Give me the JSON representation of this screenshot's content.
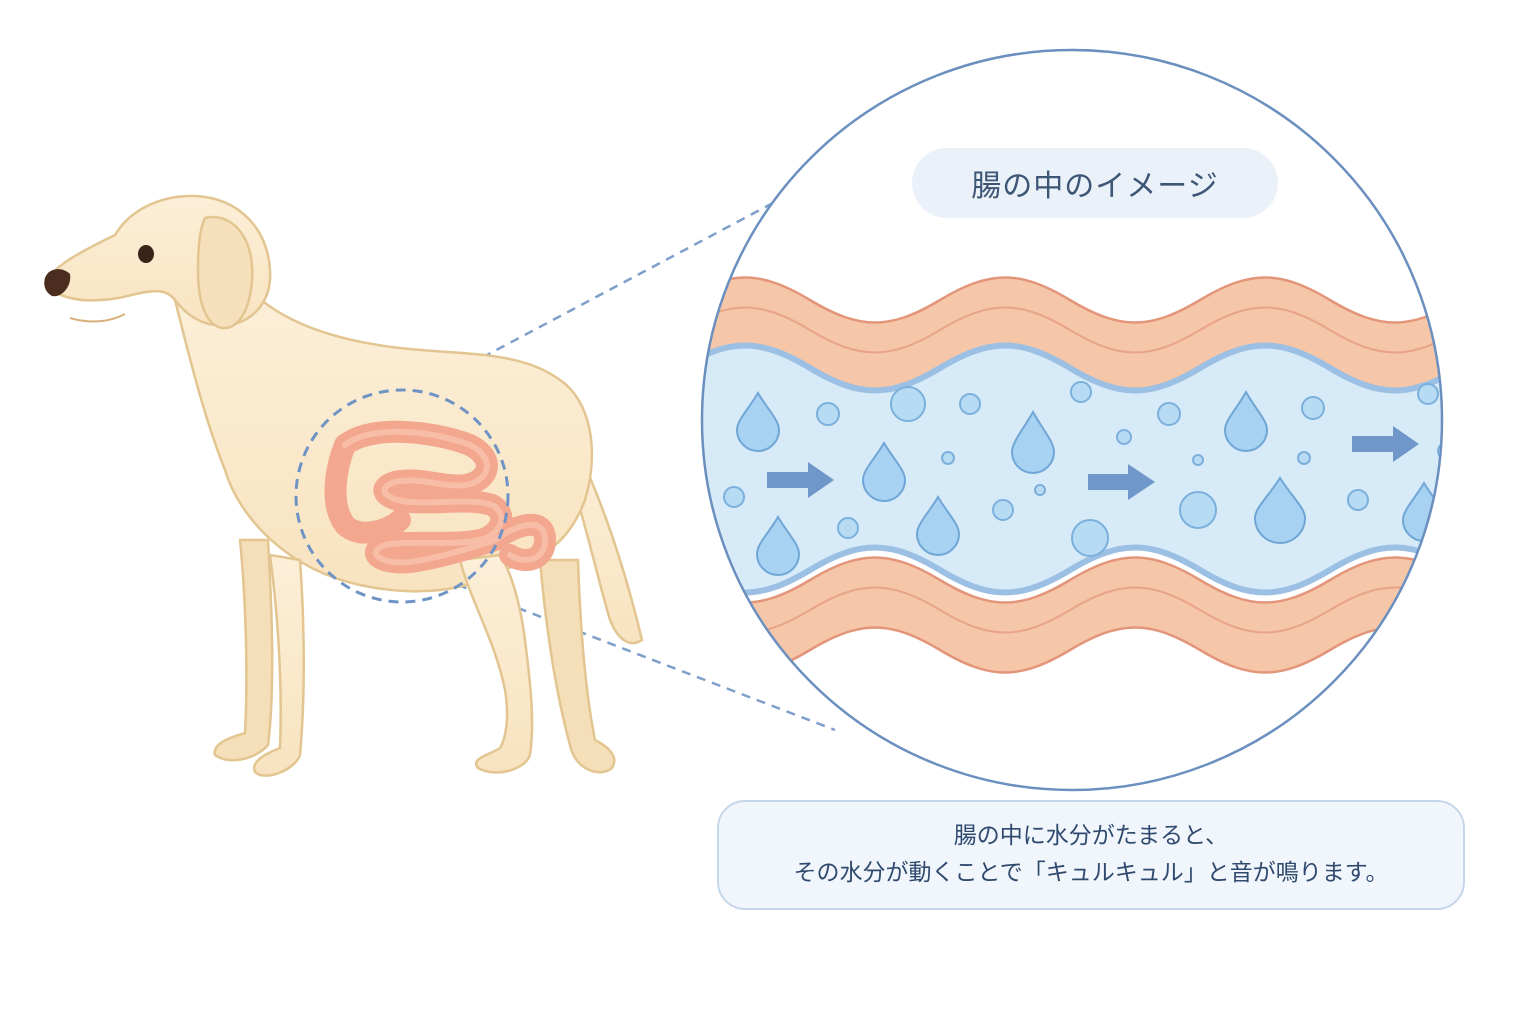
{
  "zoom_panel": {
    "title": "腸の中のイメージ"
  },
  "caption": {
    "line1": "腸の中に水分がたまると、",
    "line2": "その水分が動くことで「キュルキュル」と音が鳴ります。"
  },
  "colors": {
    "dog_fill": "#fbebcf",
    "dog_outline": "#e2c590",
    "intestine": "#f2a78e",
    "intestine_wall": "#f6c6a8",
    "water": "#d7eaf8",
    "droplet": "#9ccbee",
    "arrow": "#6f97c9",
    "circle_outline": "#6b8fbe",
    "dashed_line": "#7e9fc9",
    "title_bg": "#eaf1f9",
    "caption_bg": "#f1f6fc"
  },
  "icons": [
    "dog-illustration",
    "intestine-icon",
    "water-droplet-icon",
    "flow-arrow-icon"
  ]
}
